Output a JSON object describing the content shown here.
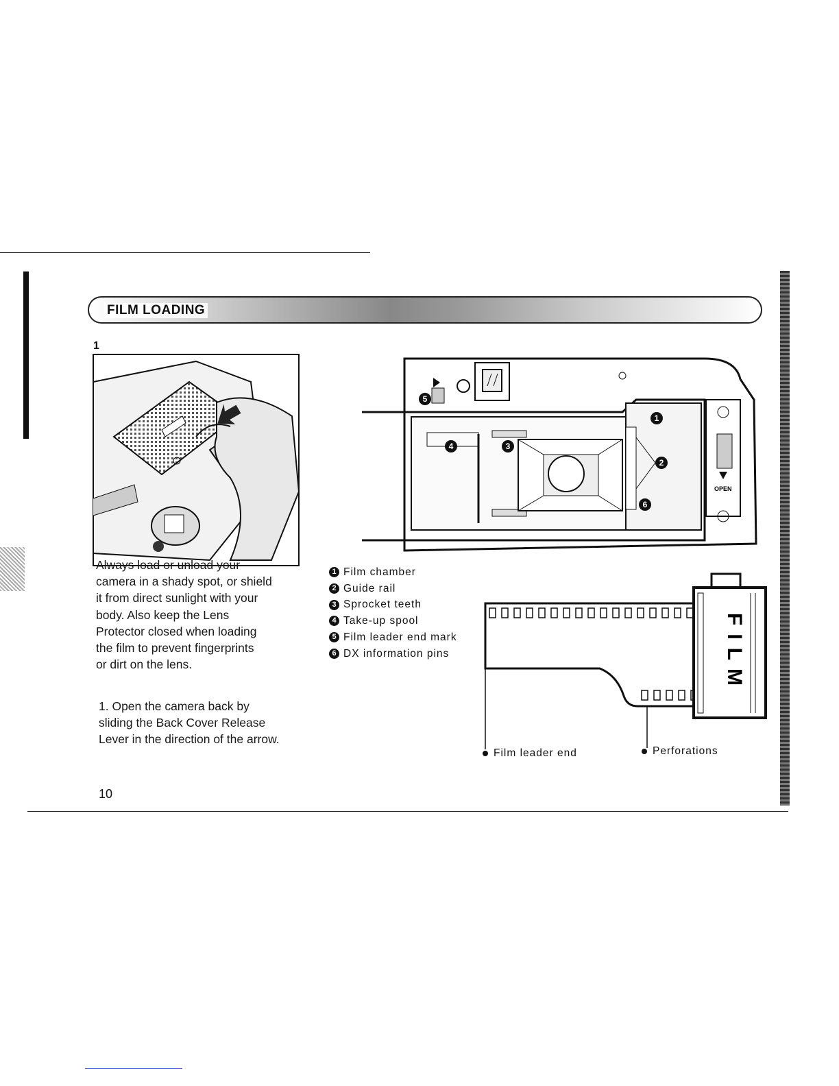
{
  "section": {
    "title": "FILM LOADING",
    "step_number": "1"
  },
  "intro_text": "Always load or unload your\ncamera in a shady spot, or shield\nit from direct sunlight with your\nbody. Also keep the Lens\nProtector closed when loading\nthe film to prevent fingerprints\nor dirt on the lens.",
  "step_text": "1.  Open the camera back by\nsliding the Back Cover Release\nLever in the direction of the arrow.",
  "legend": [
    {
      "num": "1",
      "label": "Film chamber"
    },
    {
      "num": "2",
      "label": "Guide rail"
    },
    {
      "num": "3",
      "label": "Sprocket teeth"
    },
    {
      "num": "4",
      "label": "Take-up spool"
    },
    {
      "num": "5",
      "label": "Film leader end mark"
    },
    {
      "num": "6",
      "label": "DX information pins"
    }
  ],
  "camera_diagram": {
    "open_label": "OPEN",
    "callouts": [
      "1",
      "2",
      "3",
      "4",
      "5",
      "6"
    ]
  },
  "film_diagram": {
    "cartridge_label": "FILM",
    "leader_caption": "Film leader end",
    "perforations_caption": "Perforations"
  },
  "page_number": "10"
}
